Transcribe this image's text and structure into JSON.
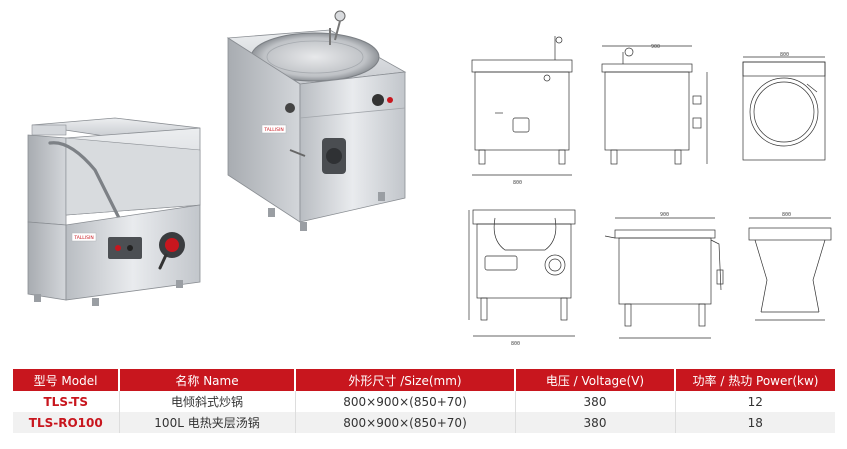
{
  "table": {
    "headers": [
      "型号 Model",
      "名称 Name",
      "外形尺寸 /Size(mm)",
      "电压 / Voltage(V)",
      "功率 / 热功 Power(kw)"
    ],
    "rows": [
      {
        "model": "TLS-TS",
        "name": "电倾斜式炒锅",
        "size": "800×900×(850+70)",
        "voltage": "380",
        "power": "12"
      },
      {
        "model": "TLS-RO100",
        "name": "100L 电热夹层汤锅",
        "size": "800×900×(850+70)",
        "voltage": "380",
        "power": "18"
      }
    ]
  },
  "brand_text": "TALLISIN",
  "colors": {
    "header_red": "#c8161e",
    "steel": "#c9ccd0",
    "row_alt": "#f1f1f1"
  }
}
